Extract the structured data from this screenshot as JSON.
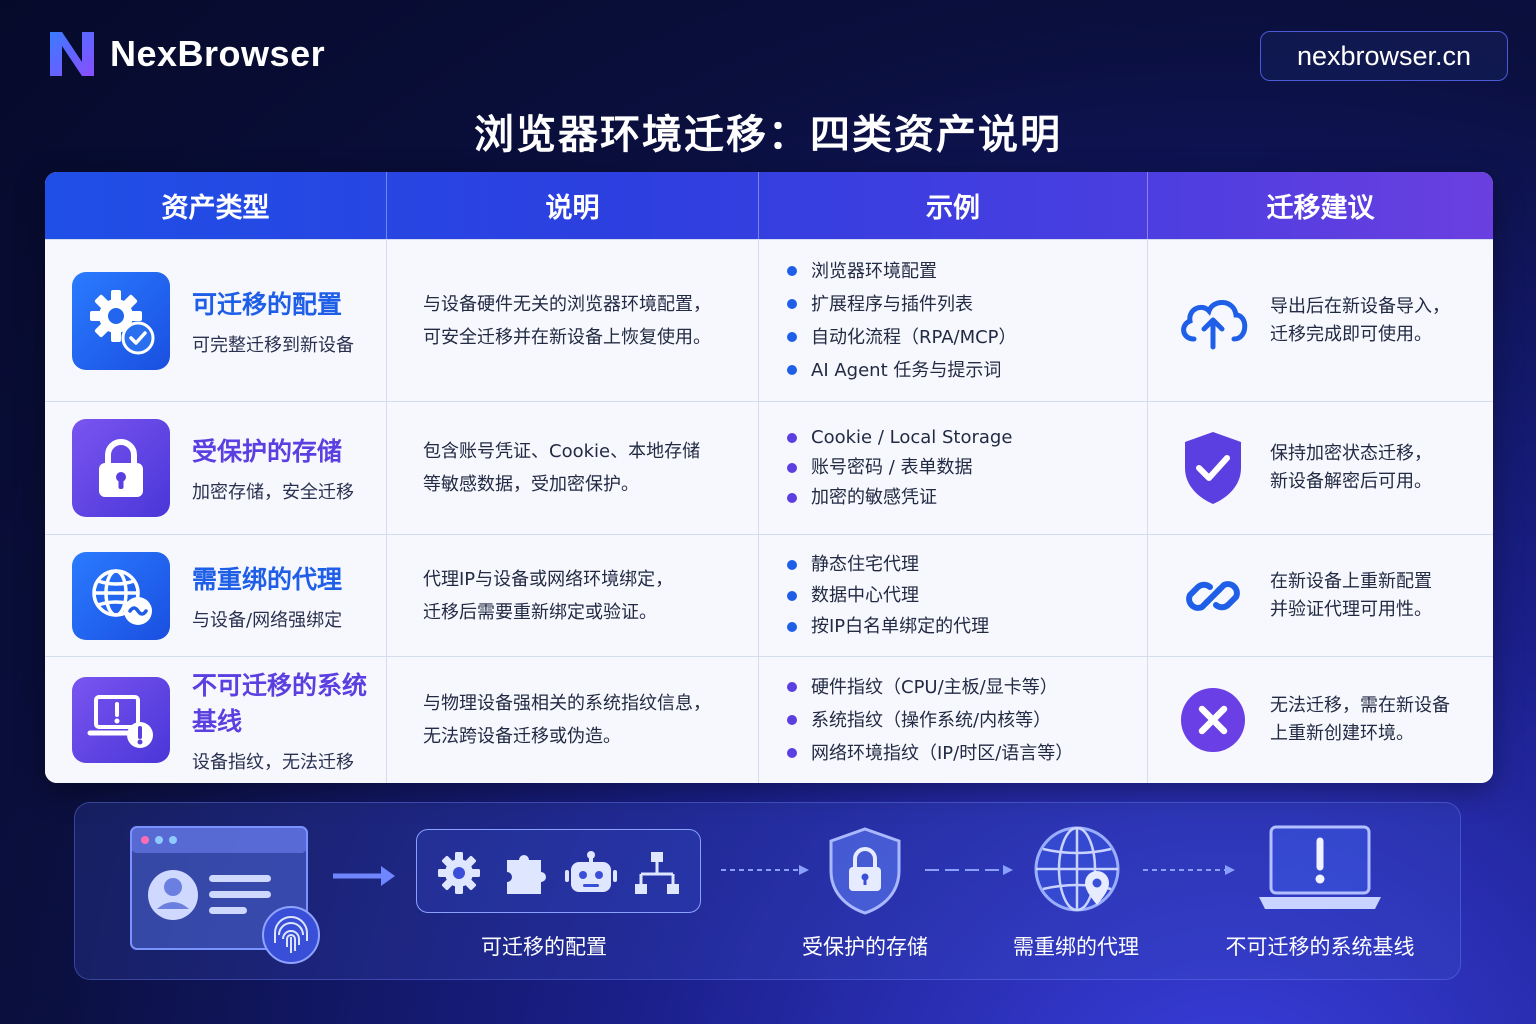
{
  "brand": {
    "name": "NexBrowser",
    "site": "nexbrowser.cn"
  },
  "title": "浏览器环境迁移：四类资产说明",
  "table": {
    "headers": [
      "资产类型",
      "说明",
      "示例",
      "迁移建议"
    ],
    "rows": [
      {
        "name": "可迁移的配置",
        "sub": "可完整迁移到新设备",
        "desc": [
          "与设备硬件无关的浏览器环境配置，",
          "可安全迁移并在新设备上恢复使用。"
        ],
        "examples": [
          "浏览器环境配置",
          "扩展程序与插件列表",
          "自动化流程（RPA/MCP）",
          "AI Agent 任务与提示词"
        ],
        "advice": [
          "导出后在新设备导入，",
          "迁移完成即可使用。"
        ],
        "icon": "gear-check-icon",
        "advice_icon": "cloud-upload-icon",
        "color": "#1f5fe8"
      },
      {
        "name": "受保护的存储",
        "sub": "加密存储，安全迁移",
        "desc": [
          "包含账号凭证、Cookie、本地存储",
          "等敏感数据，受加密保护。"
        ],
        "examples": [
          "Cookie / Local Storage",
          "账号密码 / 表单数据",
          "加密的敏感凭证"
        ],
        "advice": [
          "保持加密状态迁移，",
          "新设备解密后可用。"
        ],
        "icon": "lock-icon",
        "advice_icon": "shield-check-icon",
        "color": "#5b3fe0"
      },
      {
        "name": "需重绑的代理",
        "sub": "与设备/网络强绑定",
        "desc": [
          "代理IP与设备或网络环境绑定，",
          "迁移后需要重新绑定或验证。"
        ],
        "examples": [
          "静态住宅代理",
          "数据中心代理",
          "按IP白名单绑定的代理"
        ],
        "advice": [
          "在新设备上重新配置",
          "并验证代理可用性。"
        ],
        "icon": "globe-relink-icon",
        "advice_icon": "link-icon",
        "color": "#1f5fe8"
      },
      {
        "name": "不可迁移的系统基线",
        "sub": "设备指纹，无法迁移",
        "desc": [
          "与物理设备强相关的系统指纹信息，",
          "无法跨设备迁移或伪造。"
        ],
        "examples": [
          "硬件指纹（CPU/主板/显卡等）",
          "系统指纹（操作系统/内核等）",
          "网络环境指纹（IP/时区/语言等）"
        ],
        "advice": [
          "无法迁移，需在新设备",
          "上重新创建环境。"
        ],
        "icon": "laptop-warning-icon",
        "advice_icon": "x-circle-icon",
        "color": "#5b3fe0"
      }
    ]
  },
  "flow": {
    "labels": [
      "可迁移的配置",
      "受保护的存储",
      "需重绑的代理",
      "不可迁移的系统基线"
    ]
  }
}
